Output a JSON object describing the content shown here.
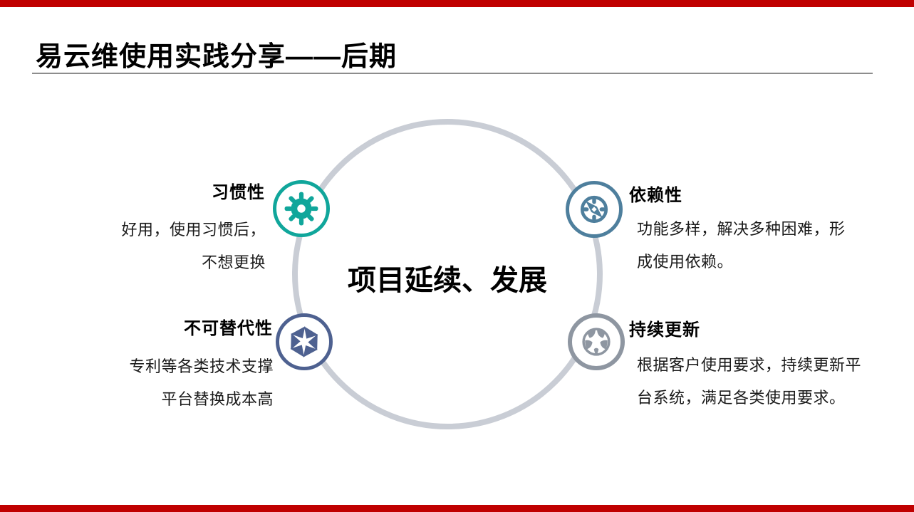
{
  "slide": {
    "title": "易云维使用实践分享——后期",
    "center_text": "项目延续、发展",
    "accent_bar_color": "#c00000",
    "circle_color": "#c9cdd5",
    "underline_color": "#8d8d8d"
  },
  "nodes": [
    {
      "id": "habit",
      "label": "习惯性",
      "icon": "gear-icon",
      "color": "#10a69b",
      "lines": [
        "好用，使用习惯后，",
        "不想更换"
      ]
    },
    {
      "id": "dependence",
      "label": "依赖性",
      "icon": "compass-icon",
      "color": "#4e7f9d",
      "lines": [
        "功能多样，解决多种困难，形",
        "成使用依赖。"
      ]
    },
    {
      "id": "irreplaceable",
      "label": "不可替代性",
      "icon": "aperture-icon",
      "color": "#4e6190",
      "lines": [
        "专利等各类技术支撑",
        "平台替换成本高"
      ]
    },
    {
      "id": "update",
      "label": "持续更新",
      "icon": "globe-icon",
      "color": "#8e96a1",
      "lines": [
        "根据客户使用要求，持续更新平",
        "台系统，满足各类使用要求。"
      ]
    }
  ]
}
